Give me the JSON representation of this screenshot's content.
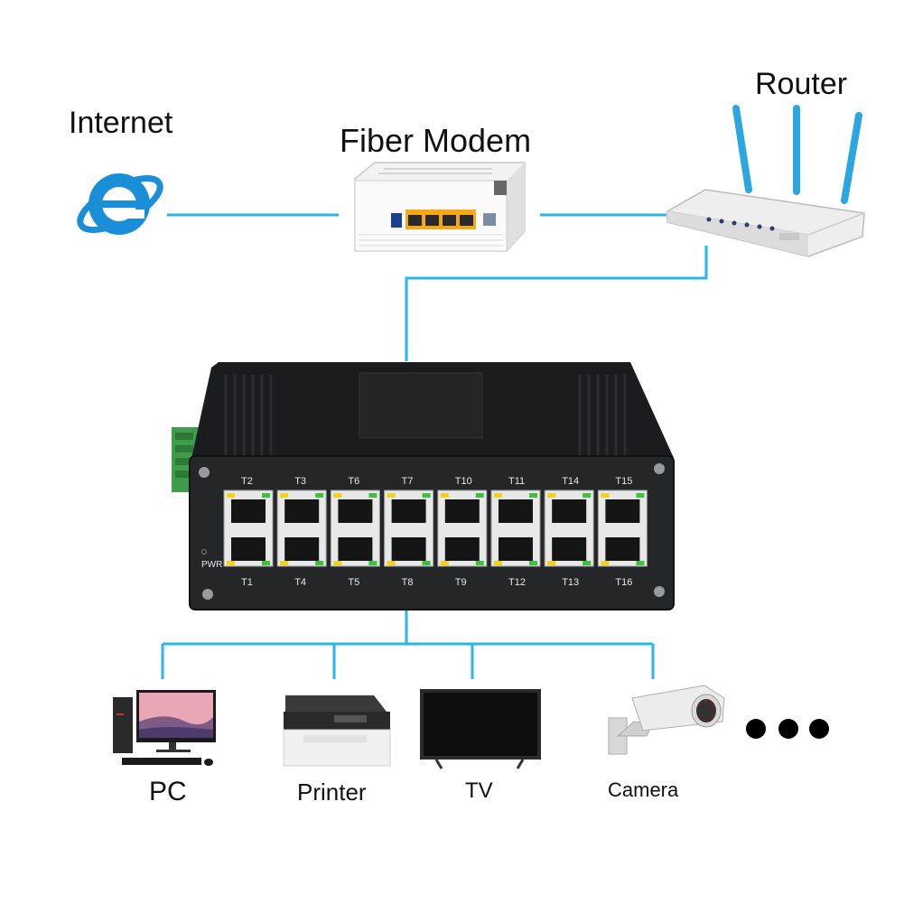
{
  "labels": {
    "internet": "Internet",
    "fiber_modem": "Fiber Modem",
    "router": "Router",
    "pc": "PC",
    "printer": "Printer",
    "tv": "TV",
    "camera": "Camera"
  },
  "switch": {
    "power_label": "PWR",
    "top_ports": [
      "T2",
      "T3",
      "T6",
      "T7",
      "T10",
      "T11",
      "T14",
      "T15"
    ],
    "bottom_ports": [
      "T1",
      "T4",
      "T5",
      "T8",
      "T9",
      "T12",
      "T13",
      "T16"
    ]
  },
  "colors": {
    "wire": "#29b6e6",
    "ie_blue": "#1a8fd8",
    "switch_body": "#1e1f21",
    "antenna": "#2aa7e0"
  },
  "icons": {
    "internet": "internet-explorer-icon",
    "modem": "fiber-modem-icon",
    "router": "wifi-router-icon",
    "switch": "ethernet-switch-icon",
    "pc": "desktop-pc-icon",
    "printer": "printer-icon",
    "tv": "tv-icon",
    "camera": "security-camera-icon",
    "more": "ellipsis-icon"
  }
}
